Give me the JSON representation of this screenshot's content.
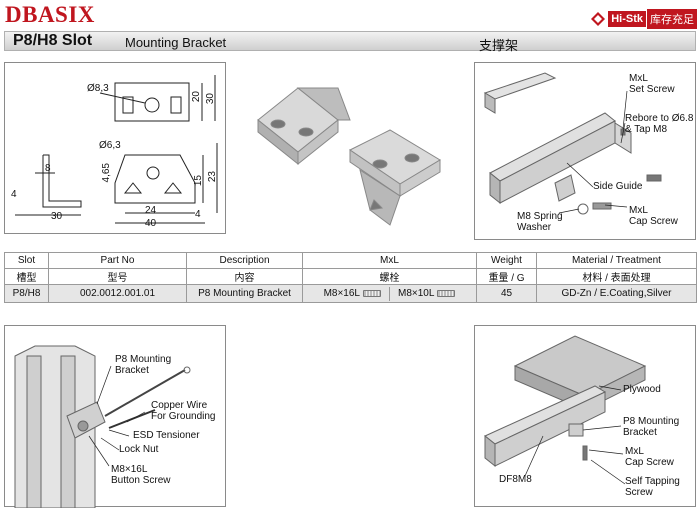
{
  "header": {
    "logo": "DBASIX",
    "brand_tag": "Hi-Stk",
    "brand_cn": "库存充足"
  },
  "title": {
    "slot": "P8/H8  Slot",
    "description": "Mounting Bracket",
    "description_cn": "支撑架"
  },
  "drawing": {
    "dims": [
      "Ø8,3",
      "20",
      "30",
      "Ø6,3",
      "4,65",
      "8",
      "4",
      "30",
      "24",
      "40",
      "15",
      "23",
      "4"
    ]
  },
  "assembly_top": {
    "labels": [
      "MxL",
      "Set Screw",
      "Rebore to Ø6.8",
      "& Tap M8",
      "Side Guide",
      "M8 Spring",
      "Washer",
      "MxL",
      "Cap Screw"
    ]
  },
  "table": {
    "headers": [
      {
        "en": "Slot",
        "cn": "槽型"
      },
      {
        "en": "Part No",
        "cn": "型号"
      },
      {
        "en": "Description",
        "cn": "内容"
      },
      {
        "en": "MxL",
        "cn": "螺栓"
      },
      {
        "en": "Weight",
        "cn": "重量 / G"
      },
      {
        "en": "Material / Treatment",
        "cn": "材料 / 表面处理"
      }
    ],
    "row": {
      "slot": "P8/H8",
      "part_no": "002.0012.001.01",
      "description": "P8 Mounting Bracket",
      "mxl_1": "M8×16L",
      "mxl_2": "M8×10L",
      "weight": "45",
      "material": "GD-Zn / E.Coating,Silver"
    }
  },
  "assembly_left": {
    "labels": [
      "P8 Mounting",
      "Bracket",
      "Copper Wire",
      "For Grounding",
      "ESD Tensioner",
      "Lock Nut",
      "M8×16L",
      "Button Screw"
    ]
  },
  "assembly_right": {
    "labels": [
      "Plywood",
      "P8 Mounting",
      "Bracket",
      "MxL",
      "Cap Screw",
      "Self Tapping",
      "Screw",
      "DF8M8"
    ]
  }
}
